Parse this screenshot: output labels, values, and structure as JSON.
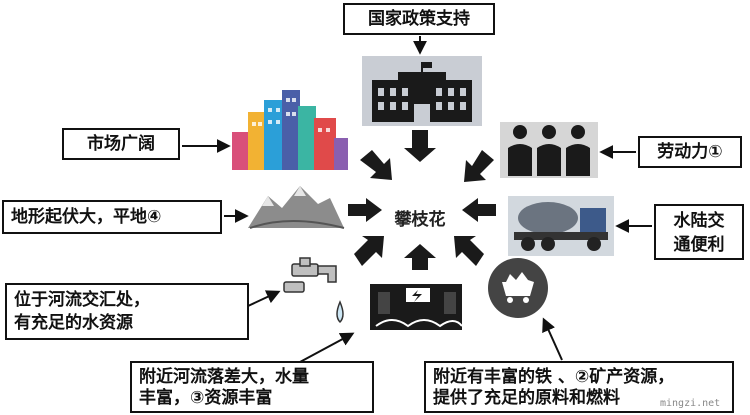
{
  "center": {
    "label": "攀枝花"
  },
  "factors": {
    "policy": "国家政策支持",
    "market": "市场广阔",
    "labor": "劳动力①",
    "terrain": "地形起伏大，平地④",
    "transport": [
      "水陆交",
      "通便利"
    ],
    "river": [
      "位于河流交汇处，",
      "有充足的水资源"
    ],
    "hydro": [
      "附近河流落差大，水量",
      "丰富，③资源丰富"
    ],
    "mineral": [
      "附近有丰富的铁 、②矿产资源，",
      "提供了充足的原料和燃料"
    ]
  },
  "watermark": "mingzi.net",
  "icons": [
    "government-building-icon",
    "city-buildings-icon",
    "workers-icon",
    "mountain-icon",
    "cement-mixer-truck-icon",
    "water-faucet-icon",
    "power-station-icon",
    "coal-cart-icon",
    "arrow-icon"
  ]
}
